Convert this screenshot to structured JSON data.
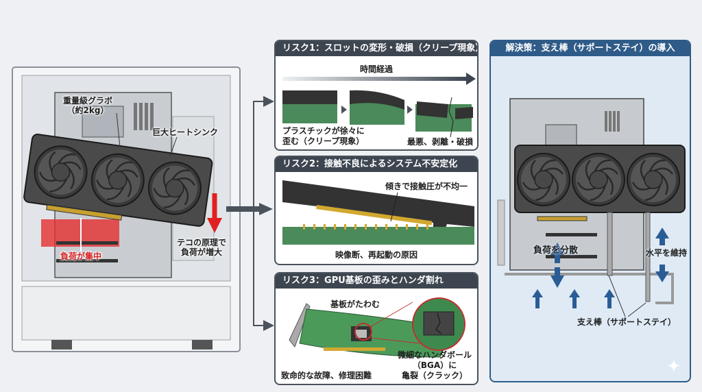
{
  "left": {
    "gpu_label": "重量級グラボ（約2kg）",
    "gpu_label_line1": "重量級グラボ",
    "gpu_label_line2": "（約2kg）",
    "heatsink_label": "巨大ヒートシンク",
    "stress_label": "負荷が集中",
    "lever_label_line1": "テコの原理で",
    "lever_label_line2": "負荷が増大"
  },
  "risk1": {
    "title": "リスク1：スロットの変形・破損（クリープ現象）",
    "timeline": "時間経過",
    "caption_left_line1": "プラスチックが徐々に",
    "caption_left_line2": "歪む（クリープ現象）",
    "caption_right": "最悪、剥離・破損"
  },
  "risk2": {
    "title": "リスク2：接触不良によるシステム不安定化",
    "callout": "傾きで接触圧が不均一",
    "caption": "映像断、再起動の原因"
  },
  "risk3": {
    "title": "リスク3：GPU基板の歪みとハンダ割れ",
    "board_label": "基板がたわむ",
    "caption": "致命的な故障、修理困難",
    "zoom_label_line1": "微細なハンダボール",
    "zoom_label_line2": "（BGA）に",
    "zoom_label_line3": "亀裂（クラック）"
  },
  "solution": {
    "title": "解決策：支え棒（サポートステイ）の導入",
    "distribute_label": "負荷を分散",
    "level_label": "水平を維持",
    "stay_label": "支え棒（サポートステイ）"
  },
  "colors": {
    "header_dark": "#3d4550",
    "header_blue": "#2f5b88",
    "alert_red": "#e02020",
    "arrow_blue": "#2a5d95"
  }
}
